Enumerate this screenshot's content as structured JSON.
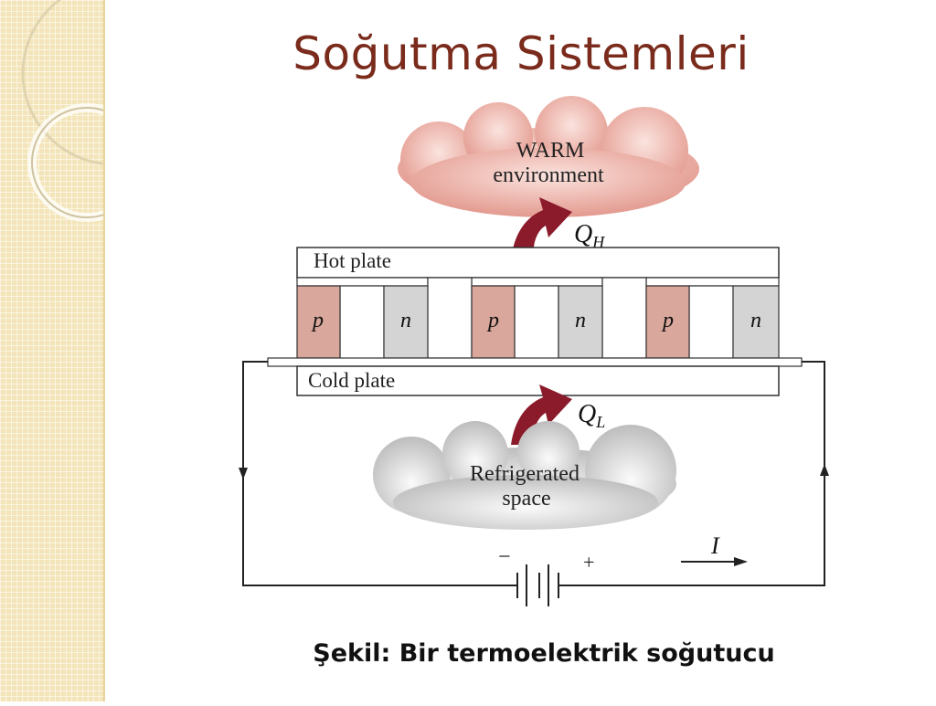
{
  "slide": {
    "title": "Soğutma Sistemleri",
    "caption": "Şekil: Bir termoelektrik soğutucu"
  },
  "diagram": {
    "warm_line1": "WARM",
    "warm_line2": "environment",
    "qh_label": "Q",
    "qh_sub": "H",
    "hot_plate": "Hot plate",
    "cold_plate": "Cold plate",
    "ql_label": "Q",
    "ql_sub": "L",
    "refrig_line1": "Refrigerated",
    "refrig_line2": "space",
    "legs": [
      "p",
      "n",
      "p",
      "n",
      "p",
      "n"
    ],
    "battery_minus": "−",
    "battery_plus": "+",
    "current_label": "I"
  },
  "colors": {
    "title": "#7a2b1c",
    "p_leg": "#d9a79c",
    "n_leg": "#d4d4d4",
    "arrow": "#8b1a2b",
    "warm_cloud": "#e8a9a0",
    "cold_cloud": "#c8c8c8",
    "sidebar": "#f3e5b9"
  }
}
